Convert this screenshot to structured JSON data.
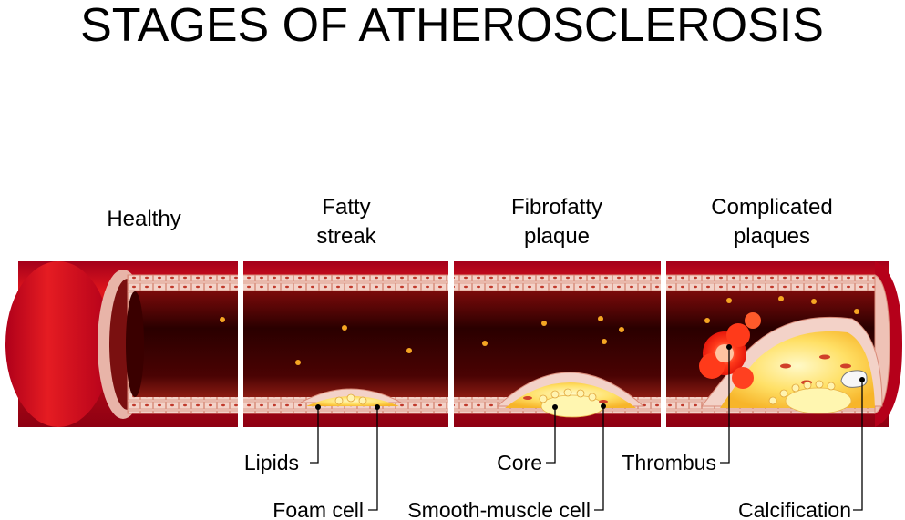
{
  "title": "STAGES OF ATHEROSCLEROSIS",
  "stages": {
    "healthy": [
      "Healthy"
    ],
    "fatty_streak": [
      "Fatty",
      "streak"
    ],
    "fibrofatty": [
      "Fibrofatty",
      "plaque"
    ],
    "complicated": [
      "Complicated",
      "plaques"
    ]
  },
  "labels": {
    "lipids": "Lipids",
    "foam_cell": "Foam cell",
    "core": "Core",
    "smooth_muscle_cell": "Smooth-muscle cell",
    "thrombus": "Thrombus",
    "calcification": "Calcification"
  },
  "colors": {
    "artery_red": "#c8102e",
    "lumen_dark": "#3a0000",
    "wall_pink": "#f1c9bf",
    "plaque_yellow": "#ffd84a",
    "thrombus_red": "#ff2a10"
  }
}
